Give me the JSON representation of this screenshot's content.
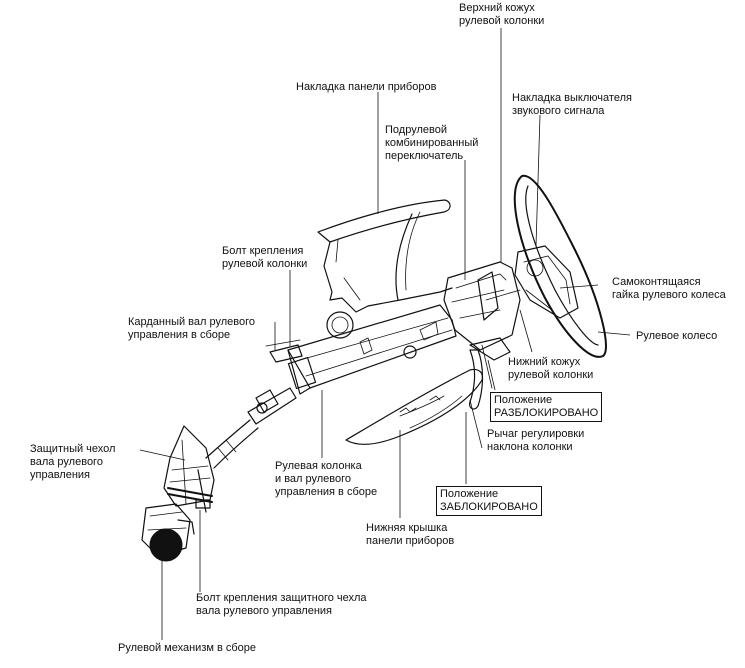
{
  "labels": {
    "upper_cover": "Верхний кожух\nрулевой колонки",
    "dash_trim": "Накладка панели приборов",
    "horn_trim": "Накладка выключателя\nзвукового сигнала",
    "combo_switch": "Подрулевой\nкомбинированный\nпереключатель",
    "column_bolt": "Болт крепления\nрулевой колонки",
    "lock_nut": "Самоконтящаяся\nгайка рулевого колеса",
    "cardan_shaft": "Карданный вал рулевого\nуправления в сборе",
    "steering_wheel": "Рулевое колесо",
    "lower_cover": "Нижний кожух\nрулевой колонки",
    "position_unlocked": "Положение\nРАЗБЛОКИРОВАНО",
    "boot": "Защитный чехол\nвала рулевого\nуправления",
    "tilt_lever": "Рычаг регулировки\nнаклона колонки",
    "column_assembly": "Рулевая колонка\nи вал рулевого\nуправления в сборе",
    "position_locked": "Положение\nЗАБЛОКИРОВАНО",
    "lower_dash_cover": "Нижняя крышка\nпанели приборов",
    "boot_bolt": "Болт крепления защитного чехла\nвала рулевого управления",
    "gear_assembly": "Рулевой механизм в сборе"
  }
}
